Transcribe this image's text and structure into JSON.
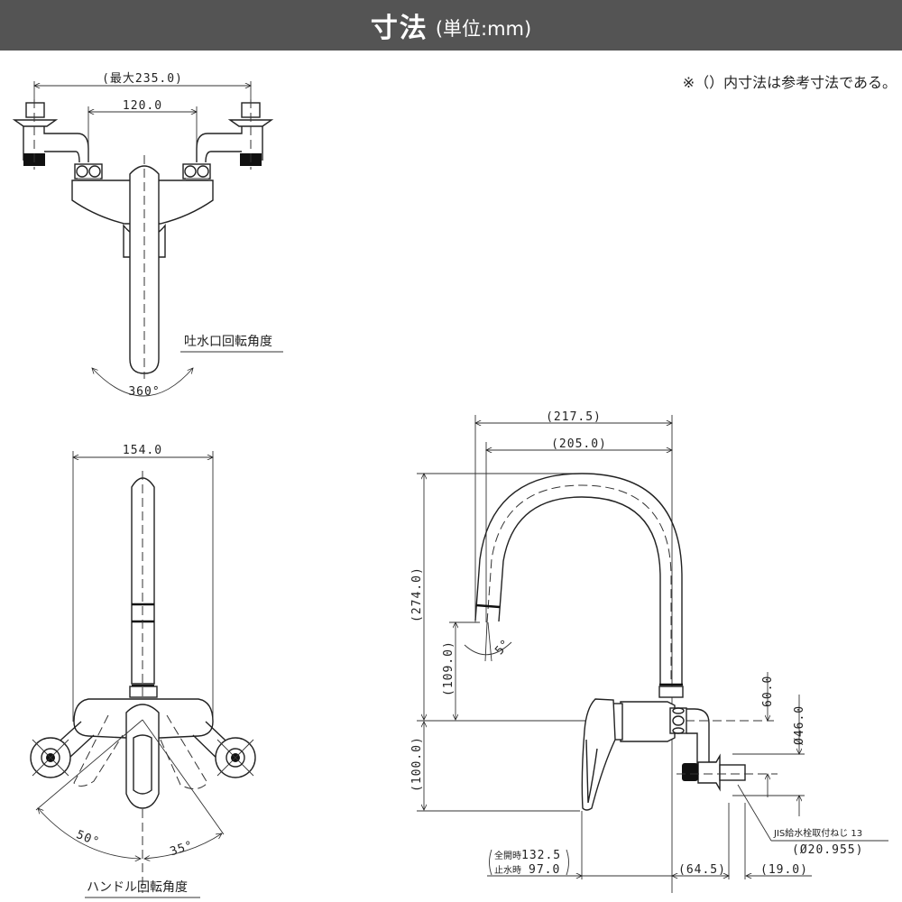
{
  "header": {
    "title": "寸法",
    "unit": "(単位:mm)",
    "background_color": "#545454"
  },
  "note": "※（）内寸法は参考寸法である。",
  "top_view": {
    "dim_overall": "(最大235.0)",
    "dim_center": "120.0",
    "spout_rotation_label": "吐水口回転角度",
    "spout_rotation_angle": "360°"
  },
  "front_view": {
    "dim_width": "154.0",
    "handle_left_angle": "50°",
    "handle_right_angle": "35°",
    "handle_rotation_label": "ハンドル回転角度"
  },
  "side_view": {
    "dim_reach_max": "(217.5)",
    "dim_reach": "(205.0)",
    "dim_height": "(274.0)",
    "dim_spout_height": "(109.0)",
    "dim_spout_angle": "5°",
    "dim_body_height": "(100.0)",
    "dim_handle_full_open_label": "全開時",
    "dim_handle_full_open": "132.5",
    "dim_handle_closed_label": "止水時",
    "dim_handle_closed": "97.0",
    "dim_depth": "(64.5)",
    "dim_fitting": "(19.0)",
    "dim_offset": "60.0",
    "dim_diameter": "Ø46.0",
    "thread_label": "JIS給水栓取付ねじ 13",
    "thread_size": "(Ø20.955)"
  }
}
